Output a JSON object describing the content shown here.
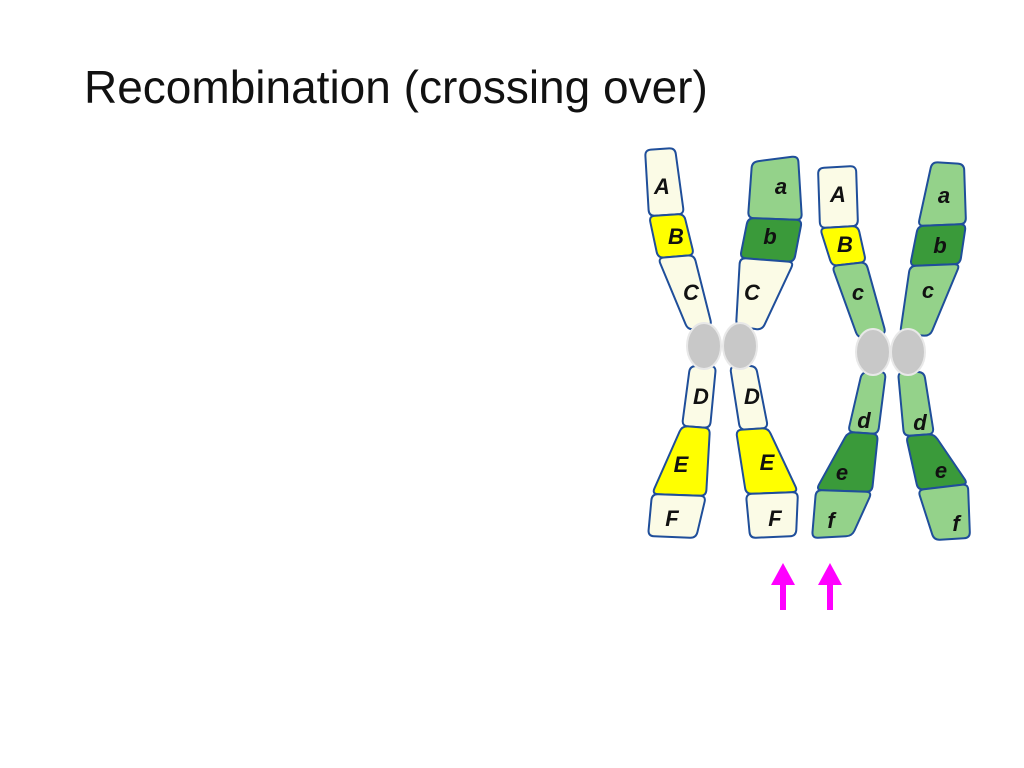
{
  "slide": {
    "title": "Recombination (crossing over)"
  },
  "colors": {
    "pale_segment": "#fbfbe6",
    "yellow_segment": "#ffff00",
    "light_green_segment": "#94d28a",
    "dark_green_segment": "#3a9a3a",
    "outline": "#1f4e9a",
    "centromere": "#c8c8c8",
    "arrow": "#ff00ff"
  },
  "chromosomes": [
    {
      "name": "chromosome-1",
      "chromatids": [
        {
          "name": "chromatid-1a",
          "labels": [
            "A",
            "B",
            "C",
            "D",
            "E",
            "F"
          ]
        },
        {
          "name": "chromatid-1b",
          "labels": [
            "a",
            "b",
            "C",
            "D",
            "E",
            "F"
          ]
        }
      ]
    },
    {
      "name": "chromosome-2",
      "chromatids": [
        {
          "name": "chromatid-2a",
          "labels": [
            "A",
            "B",
            "c",
            "d",
            "e",
            "f"
          ]
        },
        {
          "name": "chromatid-2b",
          "labels": [
            "a",
            "b",
            "c",
            "d",
            "e",
            "f"
          ]
        }
      ]
    }
  ],
  "arrows": [
    {
      "name": "crossover-arrow-1",
      "icon": "up-arrow-icon"
    },
    {
      "name": "crossover-arrow-2",
      "icon": "up-arrow-icon"
    }
  ]
}
